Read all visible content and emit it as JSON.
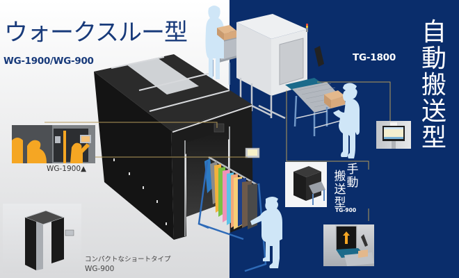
{
  "left_section": {
    "title": "ウォークスルー型",
    "models": "WG-1900/WG-900",
    "inset_caption": "WG-1900▲",
    "compact_caption": "コンパクトなショートタイプ",
    "compact_model": "WG-900"
  },
  "right_section": {
    "title_chars": [
      "自",
      "動",
      "搬",
      "送",
      "型"
    ],
    "model": "TG-1800",
    "manual_title_col1": [
      "手",
      "動"
    ],
    "manual_title_col2": [
      "搬",
      "送",
      "型"
    ],
    "manual_model": "TG-900"
  },
  "colors": {
    "navy": "#0a2d6b",
    "title_blue": "#183a7a",
    "gold_line": "#b49a5a",
    "silhouette": "#cfe6f7",
    "accent_yellow": "#f5a623"
  },
  "icons": {
    "triangle": "up-triangle"
  }
}
